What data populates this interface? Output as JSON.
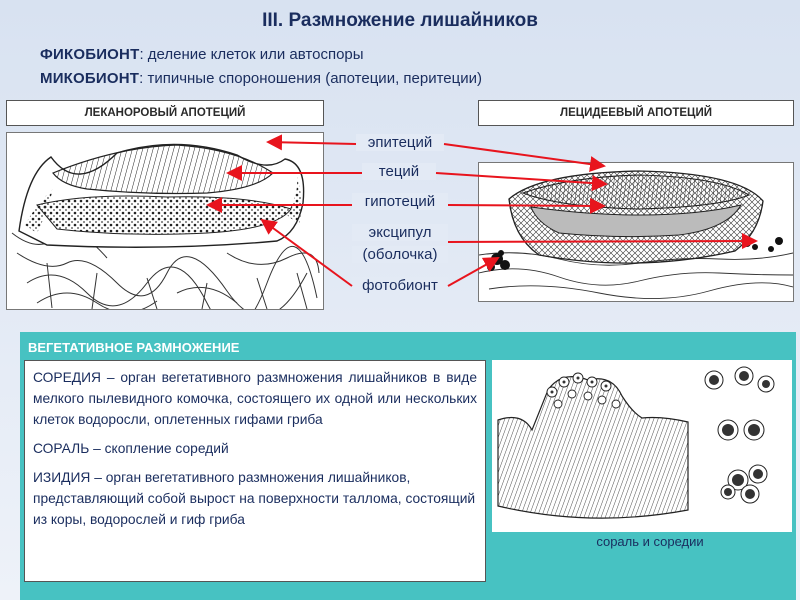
{
  "title": "III. Размножение лишайников",
  "phycobiont": {
    "term": "ФИКОБИОНТ",
    "text": ": деление клеток или автоспоры"
  },
  "mycobiont": {
    "term": "МИКОБИОНТ",
    "text": ": типичные спороношения (апотеции, перитеции)"
  },
  "panels": {
    "left_header": "ЛЕКАНОРОВЫЙ АПОТЕЦИЙ",
    "right_header": "ЛЕЦИДЕЕВЫЙ АПОТЕЦИЙ"
  },
  "labels": {
    "epithecium": "эпитеций",
    "thecium": "теций",
    "hypothecium": "гипотеций",
    "excipulum_1": "эксципул",
    "excipulum_2": "(оболочка)",
    "photobiont": "фотобионт"
  },
  "vegetative": {
    "heading": "ВЕГЕТАТИВНОЕ РАЗМНОЖЕНИЕ",
    "soredia": "СОРЕДИЯ – орган вегетативного размножения лишайников в виде мелкого пылевидного комочка, состоящего их одной или нескольких клеток водоросли, оплетенных гифами гриба",
    "soralia": "СОРАЛЬ – скопление соредий",
    "isidia": "ИЗИДИЯ – орган вегетативного размножения лишайников, представляющий собой вырост на поверхности таллома, состоящий из коры, водорослей и гиф гриба",
    "caption": "сораль и соредии"
  },
  "colors": {
    "arrow": "#e8141d",
    "teal": "#47c2c2",
    "text": "#1a2d5e"
  }
}
